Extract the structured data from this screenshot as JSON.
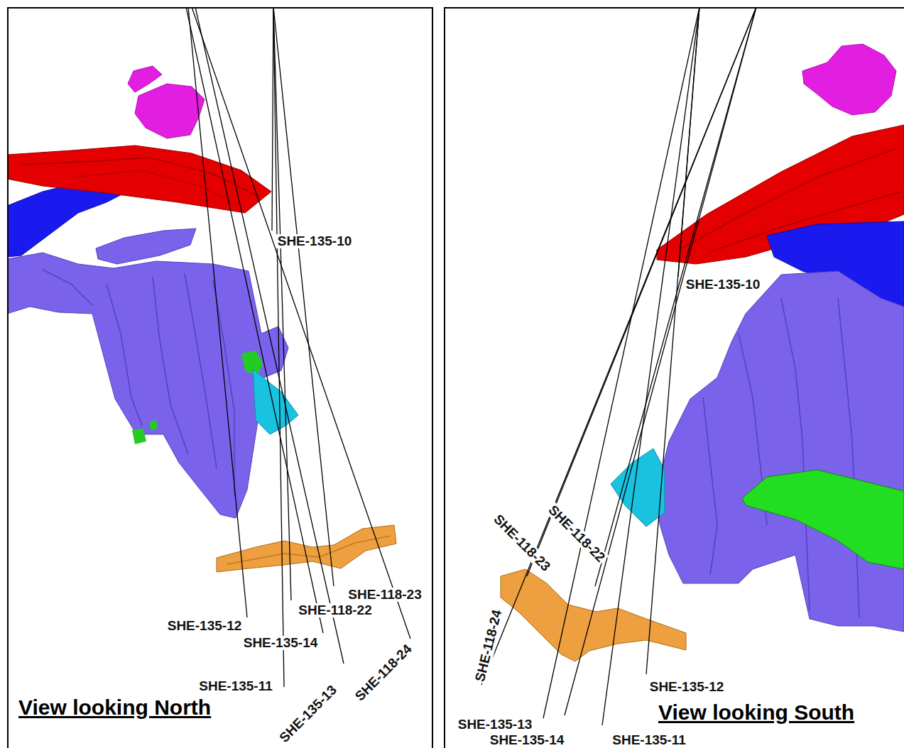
{
  "diagram": {
    "nodes": [
      {
        "text": [
          "View looking North"
        ]
      },
      {
        "text": [
          "View looking South"
        ]
      }
    ],
    "labels": [
      "SHE-135-10",
      "SHE-135-12",
      "SHE-118-22",
      "SHE-118-23",
      "SHE-135-14",
      "SHE-135-11",
      "SHE-135-13",
      "SHE-118-24",
      "SHE-135-10",
      "SHE-118-23",
      "SHE-118-22",
      "SHE-118-24",
      "SHE-135-12",
      "SHE-135-13",
      "SHE-135-14",
      "SHE-135-11"
    ]
  }
}
